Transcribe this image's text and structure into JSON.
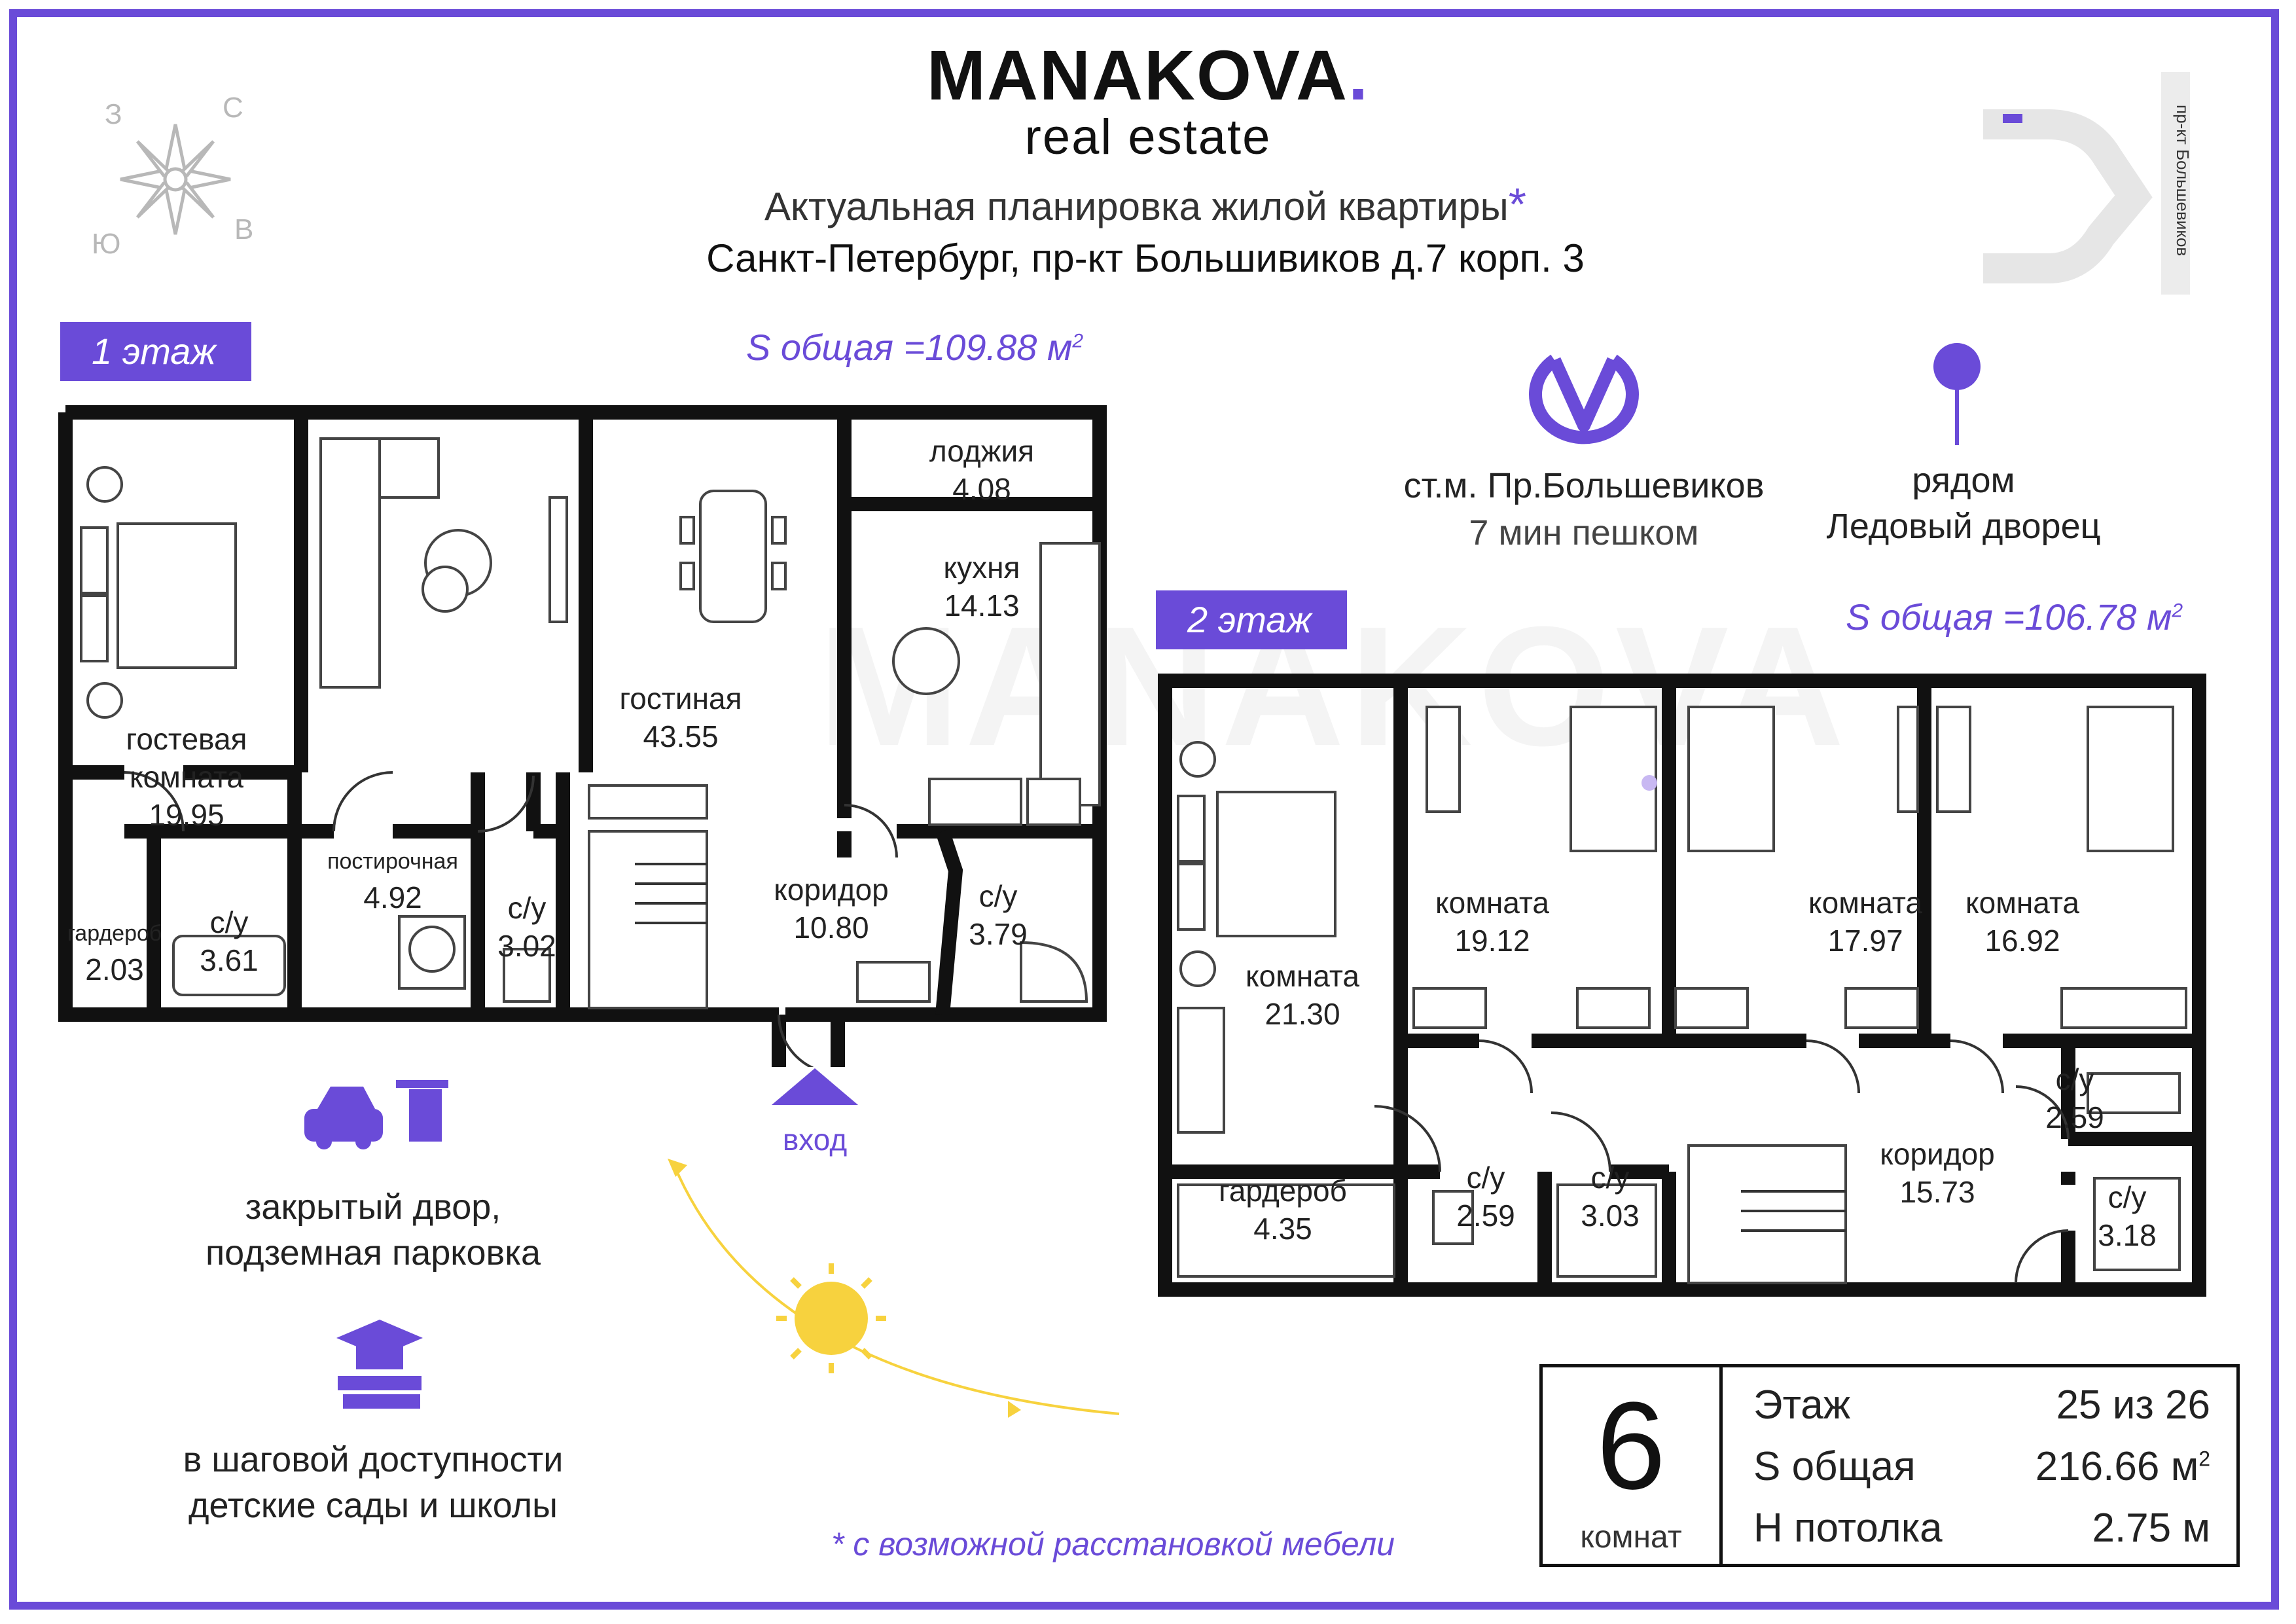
{
  "header": {
    "brand": "MANAKOVA",
    "brand_dot": ".",
    "brand_sub": "real estate",
    "title": "Актуальная планировка жилой квартиры",
    "title_mark": "*",
    "address": "Санкт-Петербург, пр-кт Большивиков д.7 корп. 3"
  },
  "compass": {
    "n": "С",
    "s": "Ю",
    "e": "В",
    "w": "З"
  },
  "street": "пр-кт Большевиков",
  "metro": {
    "station": "ст.м. Пр.Большевиков",
    "walk": "7 мин пешком"
  },
  "nearby": {
    "line1": "рядом",
    "line2": "Ледовый дворец"
  },
  "floor1": {
    "tag": "1 этаж",
    "s_label": "S общая =109.88 м",
    "s_sup": "2",
    "rooms": [
      {
        "name": "лоджия",
        "area": "4.08"
      },
      {
        "name": "кухня",
        "area": "14.13"
      },
      {
        "name": "гостиная",
        "area": "43.55"
      },
      {
        "name": "гостевая комната",
        "area": "19.95"
      },
      {
        "name": "постирочная",
        "area": "4.92"
      },
      {
        "name": "с/у",
        "area": "3.02"
      },
      {
        "name": "с/у",
        "area": "3.61"
      },
      {
        "name": "гардероб",
        "area": "2.03"
      },
      {
        "name": "коридор",
        "area": "10.80"
      },
      {
        "name": "с/у",
        "area": "3.79"
      }
    ],
    "entrance": "вход"
  },
  "floor2": {
    "tag": "2 этаж",
    "s_label": "S общая =106.78 м",
    "s_sup": "2",
    "rooms": [
      {
        "name": "комната",
        "area": "21.30"
      },
      {
        "name": "комната",
        "area": "19.12"
      },
      {
        "name": "комната",
        "area": "17.97"
      },
      {
        "name": "комната",
        "area": "16.92"
      },
      {
        "name": "гардероб",
        "area": "4.35"
      },
      {
        "name": "с/у",
        "area": "2.59"
      },
      {
        "name": "с/у",
        "area": "3.03"
      },
      {
        "name": "коридор",
        "area": "15.73"
      },
      {
        "name": "с/у",
        "area": "2.59"
      },
      {
        "name": "с/у",
        "area": "3.18"
      }
    ]
  },
  "amenities": [
    {
      "icon": "car-barrier-icon",
      "text1": "закрытый двор,",
      "text2": "подземная парковка"
    },
    {
      "icon": "school-books-icon",
      "text1": "в шаговой доступности",
      "text2": "детские сады и школы"
    }
  ],
  "footnote": "* с возможной расстановкой мебели",
  "summary": {
    "rooms_count": "6",
    "rooms_label": "комнат",
    "rows": [
      {
        "label": "Этаж",
        "value": "25 из 26"
      },
      {
        "label": "S общая",
        "value": "216.66 м",
        "sup": "2"
      },
      {
        "label": "Н потолка",
        "value": "2.75 м"
      }
    ]
  },
  "colors": {
    "accent": "#6a4bd8",
    "sun": "#f7d23e",
    "compass": "#b8b8b8"
  }
}
